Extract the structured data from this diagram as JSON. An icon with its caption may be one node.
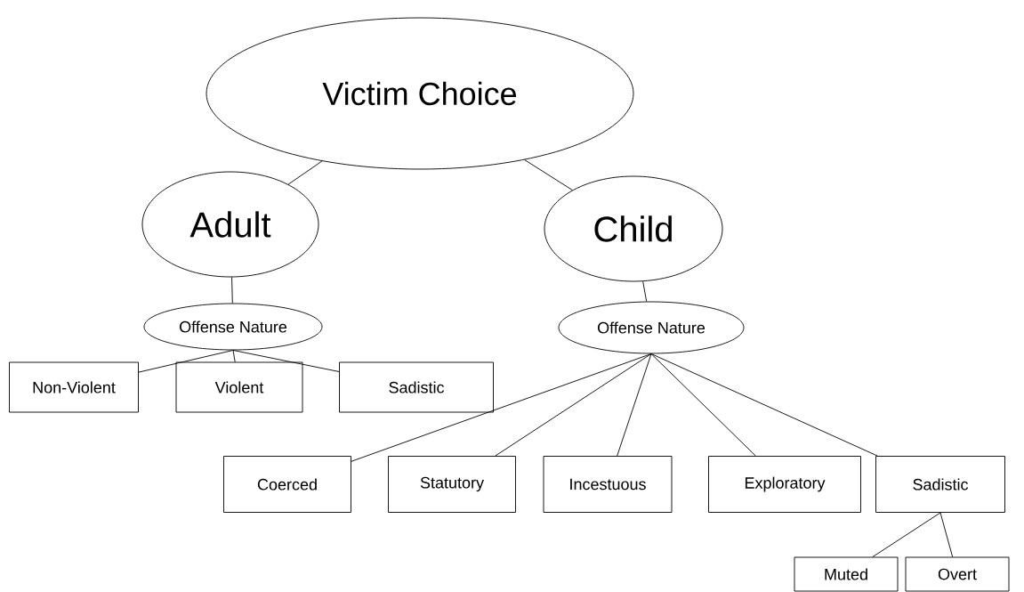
{
  "diagram": {
    "nodes": [
      {
        "text": [
          "Victim Choice"
        ]
      },
      {
        "text": [
          "Adult"
        ]
      },
      {
        "text": [
          "Child"
        ]
      },
      {
        "text": [
          "Offense Nature"
        ]
      },
      {
        "text": [
          "Non-Violent"
        ]
      },
      {
        "text": [
          "Violent"
        ]
      },
      {
        "text": [
          "Sadistic"
        ]
      },
      {
        "text": [
          "Offense Nature"
        ]
      },
      {
        "text": [
          "Coerced"
        ]
      },
      {
        "text": [
          "Statutory"
        ]
      },
      {
        "text": [
          "Incestuous"
        ]
      },
      {
        "text": [
          "Exploratory"
        ]
      },
      {
        "text": [
          "Sadistic"
        ]
      },
      {
        "text": [
          "Muted"
        ]
      },
      {
        "text": [
          "Overt"
        ]
      }
    ],
    "edges": [
      {
        "from": 0,
        "to": 1,
        "arrow": "none"
      },
      {
        "from": 0,
        "to": 2,
        "arrow": "none"
      },
      {
        "from": 1,
        "to": 3,
        "arrow": "none"
      },
      {
        "from": 3,
        "to": 4,
        "arrow": "none"
      },
      {
        "from": 3,
        "to": 5,
        "arrow": "none"
      },
      {
        "from": 3,
        "to": 6,
        "arrow": "none"
      },
      {
        "from": 2,
        "to": 7,
        "arrow": "none"
      },
      {
        "from": 7,
        "to": 8,
        "arrow": "none"
      },
      {
        "from": 7,
        "to": 9,
        "arrow": "none"
      },
      {
        "from": 7,
        "to": 10,
        "arrow": "none"
      },
      {
        "from": 7,
        "to": 11,
        "arrow": "none"
      },
      {
        "from": 7,
        "to": 12,
        "arrow": "none"
      },
      {
        "from": 12,
        "to": 13,
        "arrow": "none"
      },
      {
        "from": 12,
        "to": 14,
        "arrow": "none"
      }
    ]
  }
}
